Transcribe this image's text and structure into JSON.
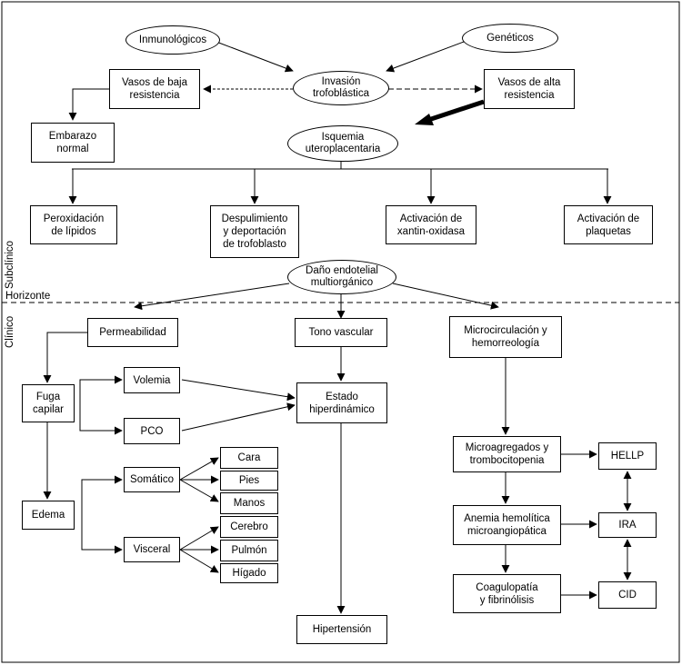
{
  "ovals": {
    "inmunologicos": "Inmunológicos",
    "geneticos": "Genéticos",
    "invasion": "Invasión\ntrofoblástica",
    "isquemia": "Isquemia\nuteroplacentaria",
    "dano": "Daño endotelial\nmultiorgánico"
  },
  "boxes": {
    "vasos_baja": "Vasos de baja\nresistencia",
    "vasos_alta": "Vasos de alta\nresistencia",
    "embarazo": "Embarazo\nnormal",
    "peroxidacion": "Peroxidación\nde lípidos",
    "despulimiento": "Despulimiento\ny deportación\nde trofoblasto",
    "xantin": "Activación de\nxantin-oxidasa",
    "plaquetas": "Activación de\nplaquetas",
    "permeabilidad": "Permeabilidad",
    "tono": "Tono vascular",
    "microcirculacion": "Microcirculación y\nhemorreología",
    "fuga": "Fuga\ncapilar",
    "volemia": "Volemia",
    "pco": "PCO",
    "estado": "Estado\nhiperdinámico",
    "edema": "Edema",
    "somatico": "Somático",
    "visceral": "Visceral",
    "cara": "Cara",
    "pies": "Pies",
    "manos": "Manos",
    "cerebro": "Cerebro",
    "pulmon": "Pulmón",
    "higado": "Hígado",
    "hipertension": "Hipertensión",
    "microagregados": "Microagregados y\ntrombocitopenia",
    "anemia": "Anemia hemolítica\nmicroangiopática",
    "coagulopatia": "Coagulopatía\ny fibrinólisis",
    "hellp": "HELLP",
    "ira": "IRA",
    "cid": "CID"
  },
  "labels": {
    "horizonte": "Horizonte",
    "subclinico": "Subclínico",
    "clinico": "Clínico"
  }
}
